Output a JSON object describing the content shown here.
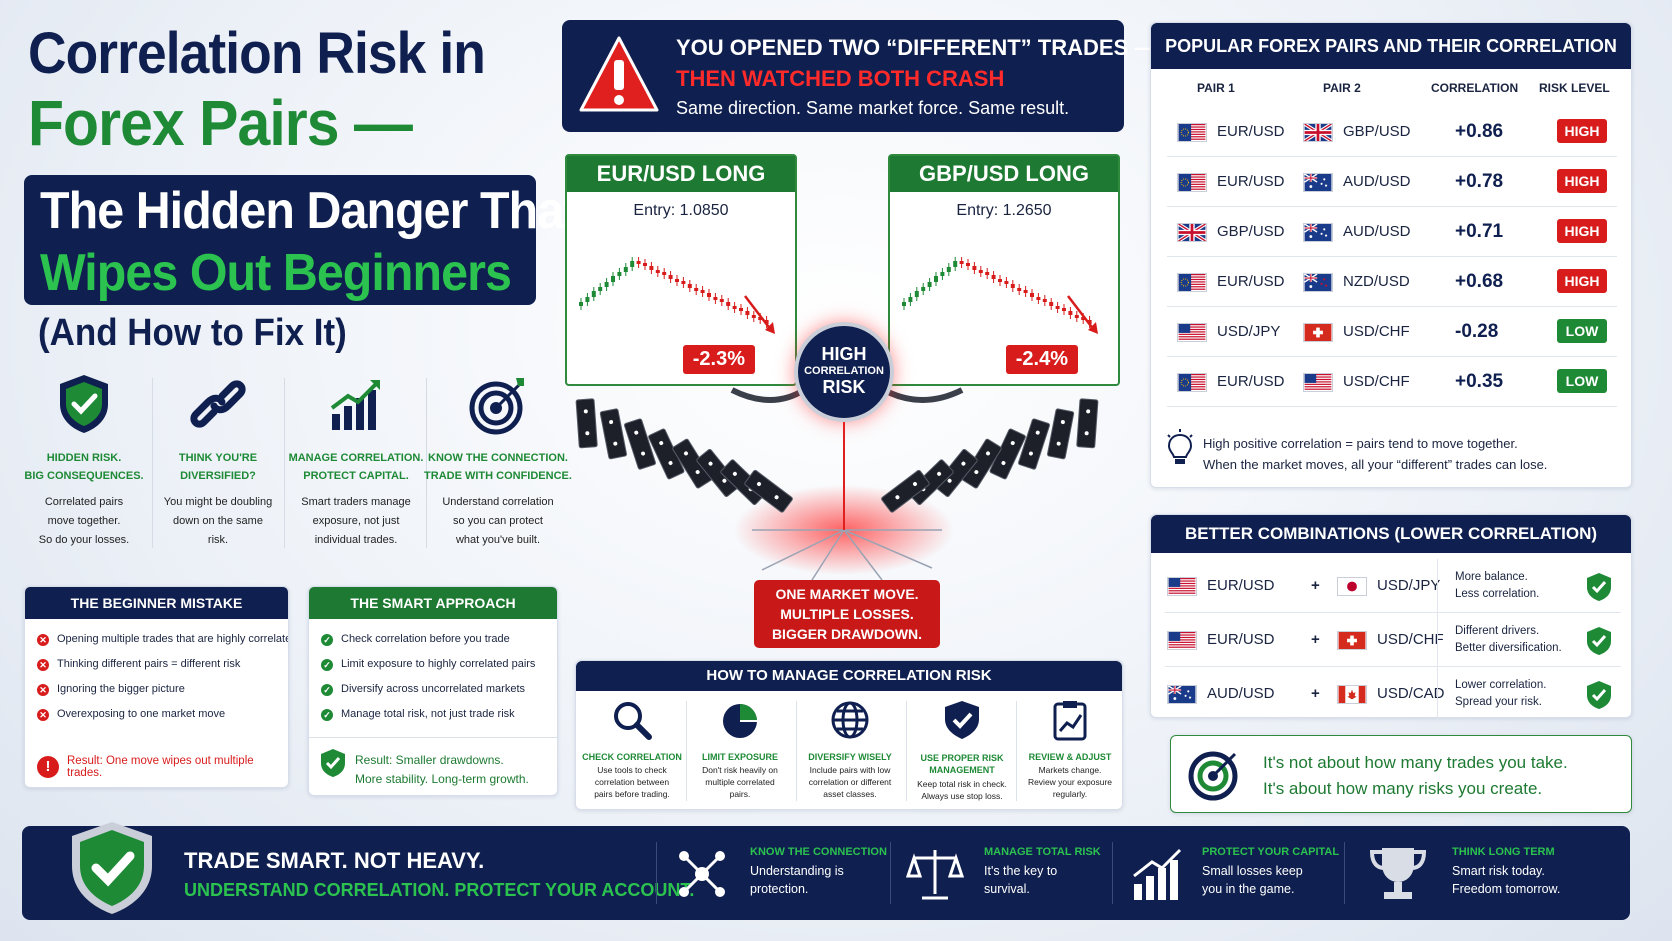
{
  "title": {
    "line1": "Correlation Risk in",
    "line2": "Forex Pairs —",
    "box_line1": "The Hidden Danger That",
    "box_line2": "Wipes Out Beginners",
    "line4": "(And How to Fix It)"
  },
  "features": [
    {
      "icon": "shield-check-icon",
      "heading": "HIDDEN RISK.\nBIG CONSEQUENCES.",
      "body": "Correlated pairs\nmove together.\nSo do your losses."
    },
    {
      "icon": "chain-link-icon",
      "heading": "THINK YOU'RE\nDIVERSIFIED?",
      "body": "You might be doubling\ndown on the same\nrisk."
    },
    {
      "icon": "growth-chart-icon",
      "heading": "MANAGE CORRELATION.\nPROTECT CAPITAL.",
      "body": "Smart traders manage\nexposure, not just\nindividual trades."
    },
    {
      "icon": "target-icon",
      "heading": "KNOW THE CONNECTION.\nTRADE WITH CONFIDENCE.",
      "body": "Understand correlation\nso you can protect\nwhat you've built."
    }
  ],
  "mistake": {
    "heading": "THE BEGINNER MISTAKE",
    "items": [
      "Opening multiple trades that are highly correlated",
      "Thinking different pairs = different risk",
      "Ignoring the bigger picture",
      "Overexposing to one market move"
    ],
    "result": "Result: One move wipes out multiple trades."
  },
  "smart": {
    "heading": "THE SMART APPROACH",
    "items": [
      "Check correlation before you trade",
      "Limit exposure to highly correlated pairs",
      "Diversify across uncorrelated markets",
      "Manage total risk, not just trade risk"
    ],
    "result_line1": "Result: Smaller drawdowns.",
    "result_line2": "More stability. Long-term growth."
  },
  "alert": {
    "line1": "YOU OPENED TWO “DIFFERENT” TRADES —",
    "line2": "THEN WATCHED BOTH CRASH",
    "line3": "Same direction. Same market force. Same result."
  },
  "trades": [
    {
      "title": "EUR/USD LONG",
      "entry": "Entry: 1.0850",
      "change": "-2.3%"
    },
    {
      "title": "GBP/USD LONG",
      "entry": "Entry: 1.2650",
      "change": "-2.4%"
    }
  ],
  "center": {
    "badge_line1": "HIGH",
    "badge_line2": "CORRELATION",
    "badge_line3": "RISK",
    "callout_line1": "ONE MARKET MOVE.",
    "callout_line2": "MULTIPLE LOSSES.",
    "callout_line3": "BIGGER DRAWDOWN."
  },
  "how": {
    "heading": "HOW TO MANAGE CORRELATION RISK",
    "items": [
      {
        "icon": "magnifier-icon",
        "heading": "CHECK CORRELATION",
        "body": "Use tools to check\ncorrelation between\npairs before trading."
      },
      {
        "icon": "pie-chart-icon",
        "heading": "LIMIT EXPOSURE",
        "body": "Don't risk heavily on\nmultiple correlated\npairs."
      },
      {
        "icon": "globe-icon",
        "heading": "DIVERSIFY WISELY",
        "body": "Include pairs with low\ncorrelation or different\nasset classes."
      },
      {
        "icon": "shield-check-icon",
        "heading": "USE PROPER RISK\nMANAGEMENT",
        "body": "Keep total risk in check.\nAlways use stop loss."
      },
      {
        "icon": "clipboard-chart-icon",
        "heading": "REVIEW & ADJUST",
        "body": "Markets change.\nReview your exposure\nregularly."
      }
    ]
  },
  "table": {
    "heading": "POPULAR FOREX PAIRS AND THEIR CORRELATION",
    "columns": [
      "PAIR 1",
      "PAIR 2",
      "CORRELATION",
      "RISK LEVEL"
    ],
    "rows": [
      {
        "pair1": "EUR/USD",
        "flag1": "eu-us",
        "pair2": "GBP/USD",
        "flag2": "uk",
        "corr": "+0.86",
        "risk": "HIGH"
      },
      {
        "pair1": "EUR/USD",
        "flag1": "eu-us",
        "pair2": "AUD/USD",
        "flag2": "au",
        "corr": "+0.78",
        "risk": "HIGH"
      },
      {
        "pair1": "GBP/USD",
        "flag1": "uk",
        "pair2": "AUD/USD",
        "flag2": "au",
        "corr": "+0.71",
        "risk": "HIGH"
      },
      {
        "pair1": "EUR/USD",
        "flag1": "eu-us",
        "pair2": "NZD/USD",
        "flag2": "nz",
        "corr": "+0.68",
        "risk": "HIGH"
      },
      {
        "pair1": "USD/JPY",
        "flag1": "us",
        "pair2": "USD/CHF",
        "flag2": "ch",
        "corr": "-0.28",
        "risk": "LOW"
      },
      {
        "pair1": "EUR/USD",
        "flag1": "eu-us",
        "pair2": "USD/CHF",
        "flag2": "us",
        "corr": "+0.35",
        "risk": "LOW"
      }
    ],
    "note_line1": "High positive correlation = pairs tend to move together.",
    "note_line2": "When the market moves, all your “different” trades can lose."
  },
  "better": {
    "heading": "BETTER COMBINATIONS (LOWER CORRELATION)",
    "rows": [
      {
        "pair1": "EUR/USD",
        "flag1": "us",
        "pair2": "USD/JPY",
        "flag2": "jp",
        "desc": "More balance.\nLess correlation."
      },
      {
        "pair1": "EUR/USD",
        "flag1": "us",
        "pair2": "USD/CHF",
        "flag2": "ch",
        "desc": "Different drivers.\nBetter diversification."
      },
      {
        "pair1": "AUD/USD",
        "flag1": "au",
        "pair2": "USD/CAD",
        "flag2": "ca",
        "desc": "Lower correlation.\nSpread your risk."
      }
    ],
    "plus": "+"
  },
  "quote": {
    "line1": "It's not about how many trades you take.",
    "line2": "It's about how many risks you create."
  },
  "bottom": {
    "line1": "TRADE SMART. NOT HEAVY.",
    "line2": "UNDERSTAND CORRELATION. PROTECT YOUR ACCOUNT.",
    "items": [
      {
        "icon": "network-icon",
        "heading": "KNOW THE CONNECTION",
        "body": "Understanding is\nprotection."
      },
      {
        "icon": "scales-icon",
        "heading": "MANAGE TOTAL RISK",
        "body": "It's the key to\nsurvival."
      },
      {
        "icon": "growth-chart-icon",
        "heading": "PROTECT YOUR CAPITAL",
        "body": "Small losses keep\nyou in the game."
      },
      {
        "icon": "trophy-icon",
        "heading": "THINK LONG TERM",
        "body": "Smart risk today.\nFreedom tomorrow."
      }
    ]
  },
  "colors": {
    "navy": "#0f1f4f",
    "green": "#1e8a36",
    "red": "#d81c1c",
    "bright_green": "#2bc24f"
  }
}
